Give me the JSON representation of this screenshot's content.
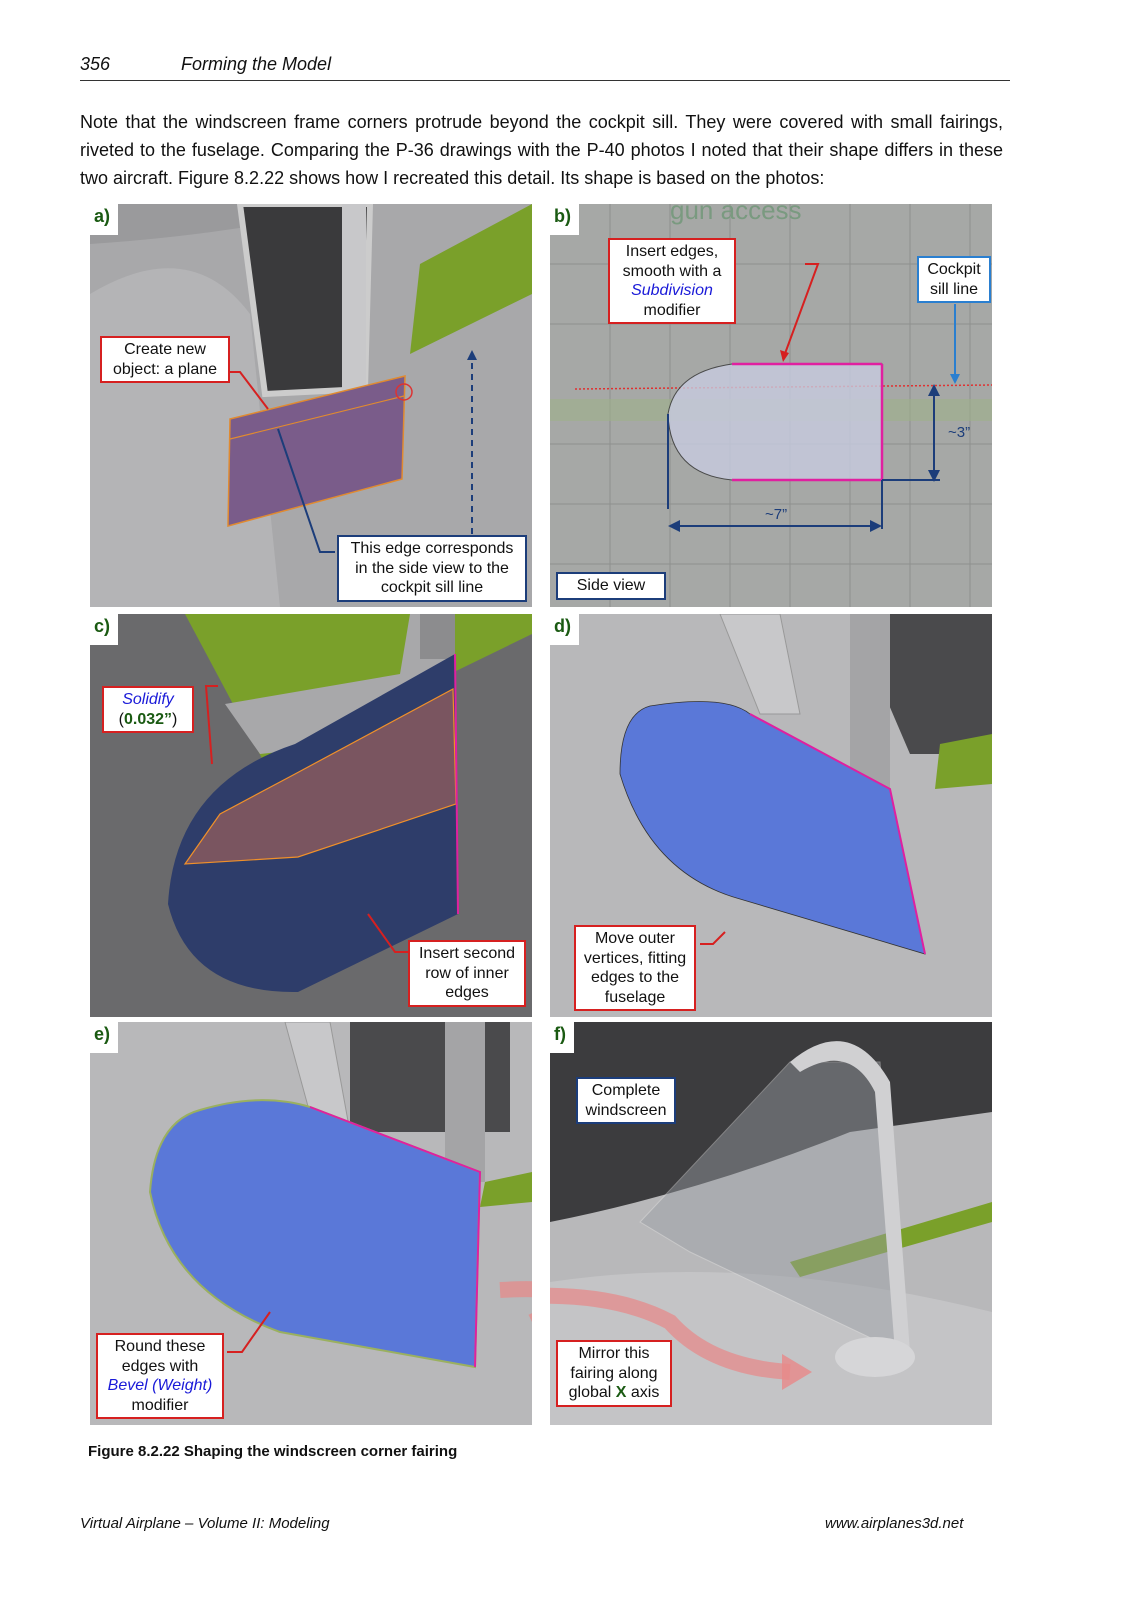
{
  "header": {
    "page_number": "356",
    "section_title": "Forming the Model"
  },
  "body_text": "Note that the windscreen frame corners protrude beyond the cockpit sill. They were covered with small fairings, riveted to the fuselage. Comparing the P-36 drawings with the P-40 photos I noted that their shape differs in these two aircraft. Figure 8.2.22 shows how I recreated this detail. Its shape is based on the photos:",
  "panels": {
    "a": {
      "label": "a)",
      "callout1": "Create new object: a plane",
      "callout2": "This edge corresponds in the side view to the cockpit sill line"
    },
    "b": {
      "label": "b)",
      "callout1_pre": "Insert edges, smooth with a",
      "callout1_mod": "Subdivision",
      "callout1_post": "modifier",
      "callout2": "Cockpit sill line",
      "callout3": "Side view",
      "dim_height": "~3”",
      "dim_width": "~7”",
      "background_text": "gun access"
    },
    "c": {
      "label": "c)",
      "callout1_mod": "Solidify",
      "callout1_value": "0.032”",
      "callout2": "Insert second row of inner edges"
    },
    "d": {
      "label": "d)",
      "callout1": "Move outer vertices, fitting edges to the fuselage"
    },
    "e": {
      "label": "e)",
      "callout1_pre": "Round these edges with",
      "callout1_mod": "Bevel (Weight)",
      "callout1_post": "modifier"
    },
    "f": {
      "label": "f)",
      "callout1": "Complete windscreen",
      "callout2_pre": "Mirror this fairing along global",
      "callout2_axis": "X",
      "callout2_post": "axis"
    }
  },
  "caption": "Figure 8.2.22 Shaping the windscreen corner fairing",
  "footer": {
    "left": "Virtual Airplane – Volume II: Modeling",
    "right": "www.airplanes3d.net"
  },
  "colors": {
    "callout_red": "#d62020",
    "callout_blue": "#1c3d7a",
    "mesh_blue": "#5a78d8",
    "label_green": "#1a5a12",
    "fuselage_green": "#7aa02a"
  }
}
